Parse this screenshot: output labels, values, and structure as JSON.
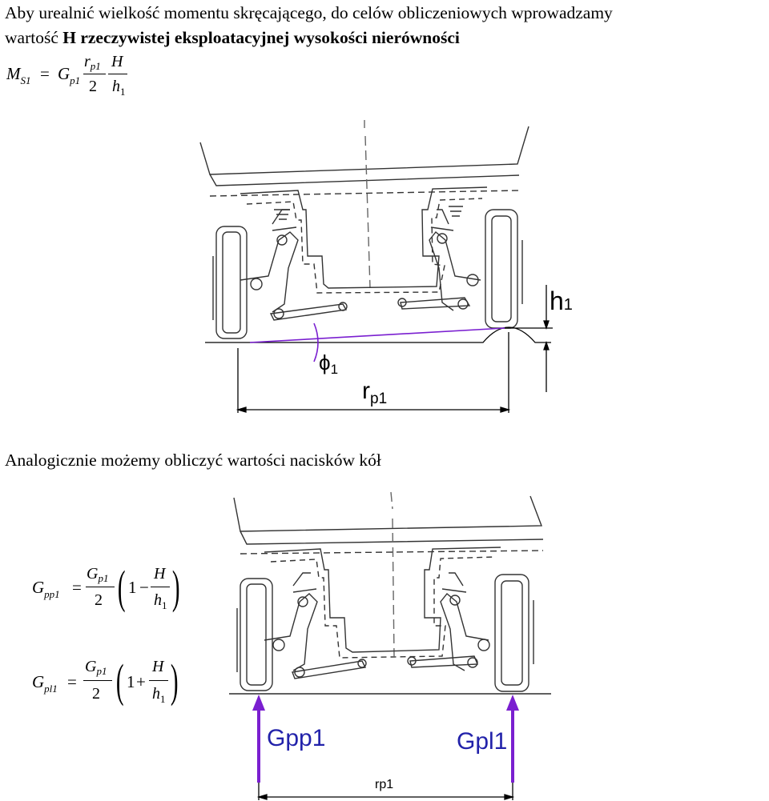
{
  "intro": {
    "line1": "Aby urealnić wielkość momentu skręcającego, do celów obliczeniowych wprowadzamy",
    "line2_prefix": "wartość ",
    "line2_bold": "H rzeczywistej eksploatacyjnej wysokości nierówności"
  },
  "formula_ms": {
    "lhs": "M",
    "lhs_sub": "S1",
    "eq": "=",
    "G": "G",
    "G_sub": "p1",
    "num1": "r",
    "num1_sub": "p1",
    "den1": "2",
    "num2": "H",
    "den2": "h",
    "den2_sub": "1"
  },
  "figure1": {
    "label_h": "h",
    "label_h_sub": "1",
    "label_phi": "ϕ",
    "label_phi_sub": "1",
    "label_r": "r",
    "label_r_sub": "p1"
  },
  "middle_text": "Analogicznie możemy obliczyć wartości nacisków kół",
  "formula_gpp": {
    "lhs": "G",
    "lhs_sub": "pp1",
    "eq": "=",
    "num": "G",
    "num_sub": "p1",
    "den": "2",
    "one": "1",
    "op": "−",
    "h_num": "H",
    "h_den": "h",
    "h_den_sub": "1"
  },
  "formula_gpl": {
    "lhs": "G",
    "lhs_sub": "pl1",
    "eq": "=",
    "num": "G",
    "num_sub": "p1",
    "den": "2",
    "one": "1",
    "op": "+",
    "h_num": "H",
    "h_den": "h",
    "h_den_sub": "1"
  },
  "figure2": {
    "label_left": "Gpp1",
    "label_right": "Gpl1",
    "label_bottom": "rp1"
  },
  "colors": {
    "accent": "#7a1fd0",
    "line": "#222222"
  }
}
